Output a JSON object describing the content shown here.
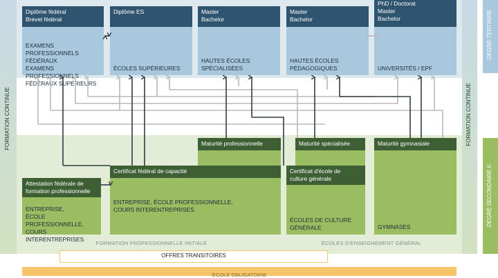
{
  "side_labels": {
    "formation_continue": "FORMATION CONTINUE",
    "degre_tertiaire": "DEGRÉ TERTIAIRE",
    "degre_secondaire": "DEGRÉ SECONDAIRE II"
  },
  "tertiary": [
    {
      "head": "Diplôme fédéral\nBrevet fédéral",
      "body": "EXAMENS PROFESSIONNELS\nFÉDÉRAUX\nEXAMENS PROFESSIONNELS\nFÉDÉRAUX SUPÉRIEURS"
    },
    {
      "head": "Diplôme ES",
      "body": "ÉCOLES SUPÉRIEURES"
    },
    {
      "head": "Master\nBachelor",
      "body": "HAUTES ÉCOLES\nSPÉCIALISÉES"
    },
    {
      "head": "Master\nBachelor",
      "body": "HAUTES ÉCOLES\nPÉDAGOGIQUES"
    },
    {
      "head": "PhD / Doctorat\nMaster\nBachelor",
      "body": "UNIVERSITÉS / EPF"
    }
  ],
  "secondary": {
    "attestation_head": "Attestation fédérale de\nformation professionnelle",
    "attestation_body": "ENTREPRISE,\nÉCOLE PROFESSIONNELLE,\nCOURS INTERENTREPRISES",
    "cfc_head": "Certificat fédéral de capacité",
    "cfc_body": "ENTREPRISE, ÉCOLE PROFESSIONNELLE,\nCOURS INTERENTREPRISES",
    "maturite_pro": "Maturité professionnelle",
    "maturite_spec": "Maturité spécialisée",
    "certificat_culture": "Certificat d'école de\nculture générale",
    "ecoles_culture": "ÉCOLES DE CULTURE\nGÉNÉRALE",
    "maturite_gym": "Maturité gymnasiale",
    "gymnases": "GYMNASES"
  },
  "captions": {
    "formation_initiale": "FORMATION PROFESSIONNELLE INITIALE",
    "enseignement_general": "ÉCOLES D'ENSEIGNEMENT GÉNÉRAL",
    "offres_transitoires": "OFFRES TRANSITOIRES",
    "ecole_obligatoire": "ÉCOLE OBLIGATOIRE"
  },
  "colors": {
    "tertiary_head": "#2e5470",
    "tertiary_body": "#a9c8de",
    "secondary_head": "#3e5e34",
    "secondary_body": "#9bbd62",
    "band_blue": "#dde8ef",
    "band_green": "#e3ecd6",
    "obligatoire": "#f6c56a"
  }
}
